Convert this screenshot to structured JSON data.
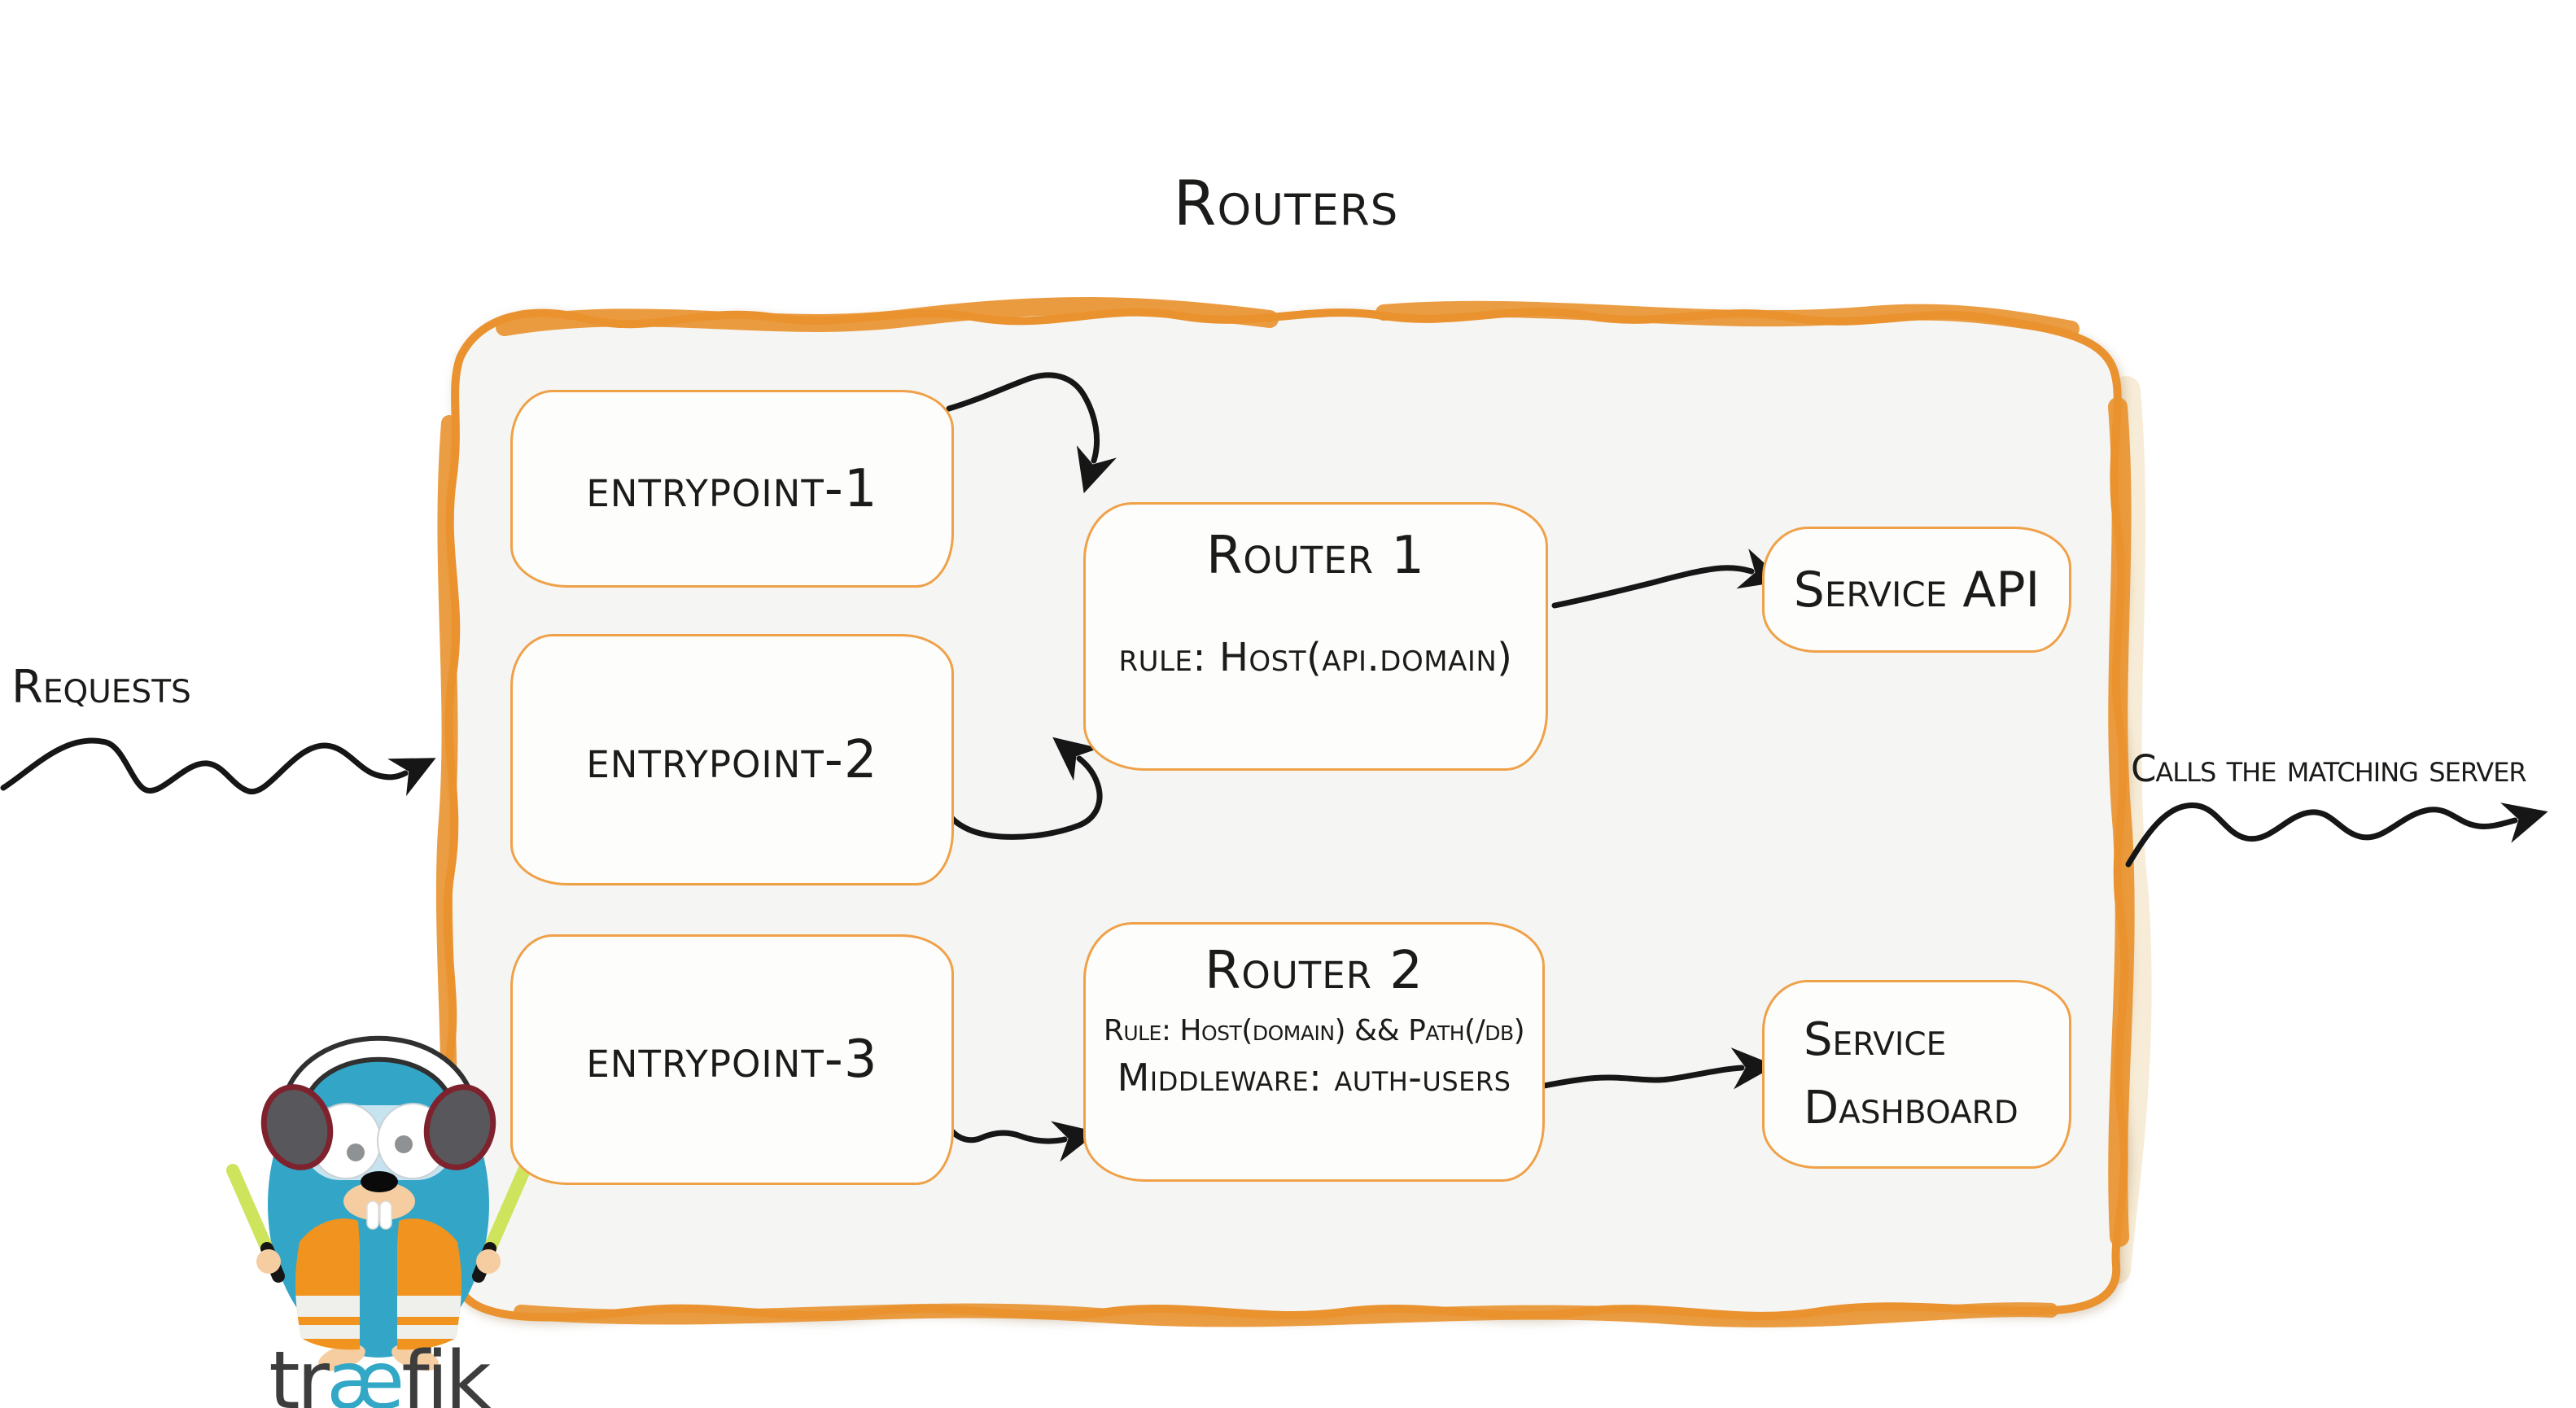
{
  "diagram": {
    "title": "Routers",
    "annotations": {
      "requests": "Requests",
      "calls": "Calls the matching server"
    },
    "entrypoints": [
      {
        "label": "entrypoint-1"
      },
      {
        "label": "entrypoint-2"
      },
      {
        "label": "entrypoint-3"
      }
    ],
    "routers": [
      {
        "name": "Router 1",
        "rule": "rule: Host(api.domain)"
      },
      {
        "name": "Router 2",
        "rule": "Rule: Host(domain) && Path(/db)",
        "middleware": "Middleware: auth-users"
      }
    ],
    "services": [
      {
        "name": "Service API"
      },
      {
        "name": "Service Dashboard",
        "line1": "Service",
        "line2": "Dashboard"
      }
    ],
    "logo": {
      "pre": "tr",
      "ligature": "æ",
      "post": "fik"
    },
    "colors": {
      "brush_orange": "#E9922F",
      "box_border": "#EFA148",
      "container_fill": "#F5F5F4",
      "ink": "#1B1B19",
      "logo_teal": "#33A7C6",
      "logo_body_blue": "#33A6C8",
      "vest_orange": "#F0941F",
      "baton_green": "#CDE45C",
      "cream": "#F3E2C2"
    }
  }
}
